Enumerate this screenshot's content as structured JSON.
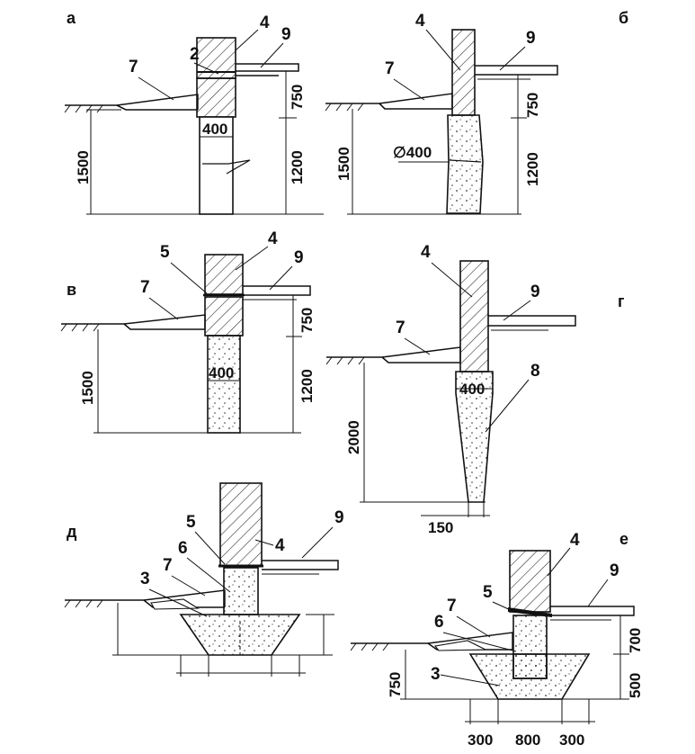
{
  "panels": {
    "a": {
      "letter": "а",
      "labels": {
        "n4": "4",
        "n9": "9",
        "n2": "2",
        "n7": "7"
      },
      "dims": {
        "h750": "750",
        "h1200": "1200",
        "h1500": "1500",
        "w400": "400"
      }
    },
    "b": {
      "letter": "б",
      "labels": {
        "n4": "4",
        "n9": "9",
        "n7": "7"
      },
      "dims": {
        "h750": "750",
        "h1200": "1200",
        "h1500": "1500",
        "d400": "∅400"
      }
    },
    "v": {
      "letter": "в",
      "labels": {
        "n5": "5",
        "n4": "4",
        "n9": "9",
        "n7": "7"
      },
      "dims": {
        "h750": "750",
        "h1200": "1200",
        "h1500": "1500",
        "w400": "400"
      }
    },
    "g": {
      "letter": "г",
      "labels": {
        "n4": "4",
        "n9": "9",
        "n7": "7",
        "n8": "8"
      },
      "dims": {
        "h2000": "2000",
        "w400": "400",
        "w150": "150"
      }
    },
    "d": {
      "letter": "д",
      "labels": {
        "n5": "5",
        "n9": "9",
        "n4": "4",
        "n6": "6",
        "n7": "7",
        "n3": "3"
      }
    },
    "e": {
      "letter": "е",
      "labels": {
        "n4": "4",
        "n9": "9",
        "n5": "5",
        "n7": "7",
        "n6": "6",
        "n3": "3"
      },
      "dims": {
        "h700": "700",
        "h500": "500",
        "h750": "750",
        "w300a": "300",
        "w800": "800",
        "w300b": "300"
      }
    }
  }
}
